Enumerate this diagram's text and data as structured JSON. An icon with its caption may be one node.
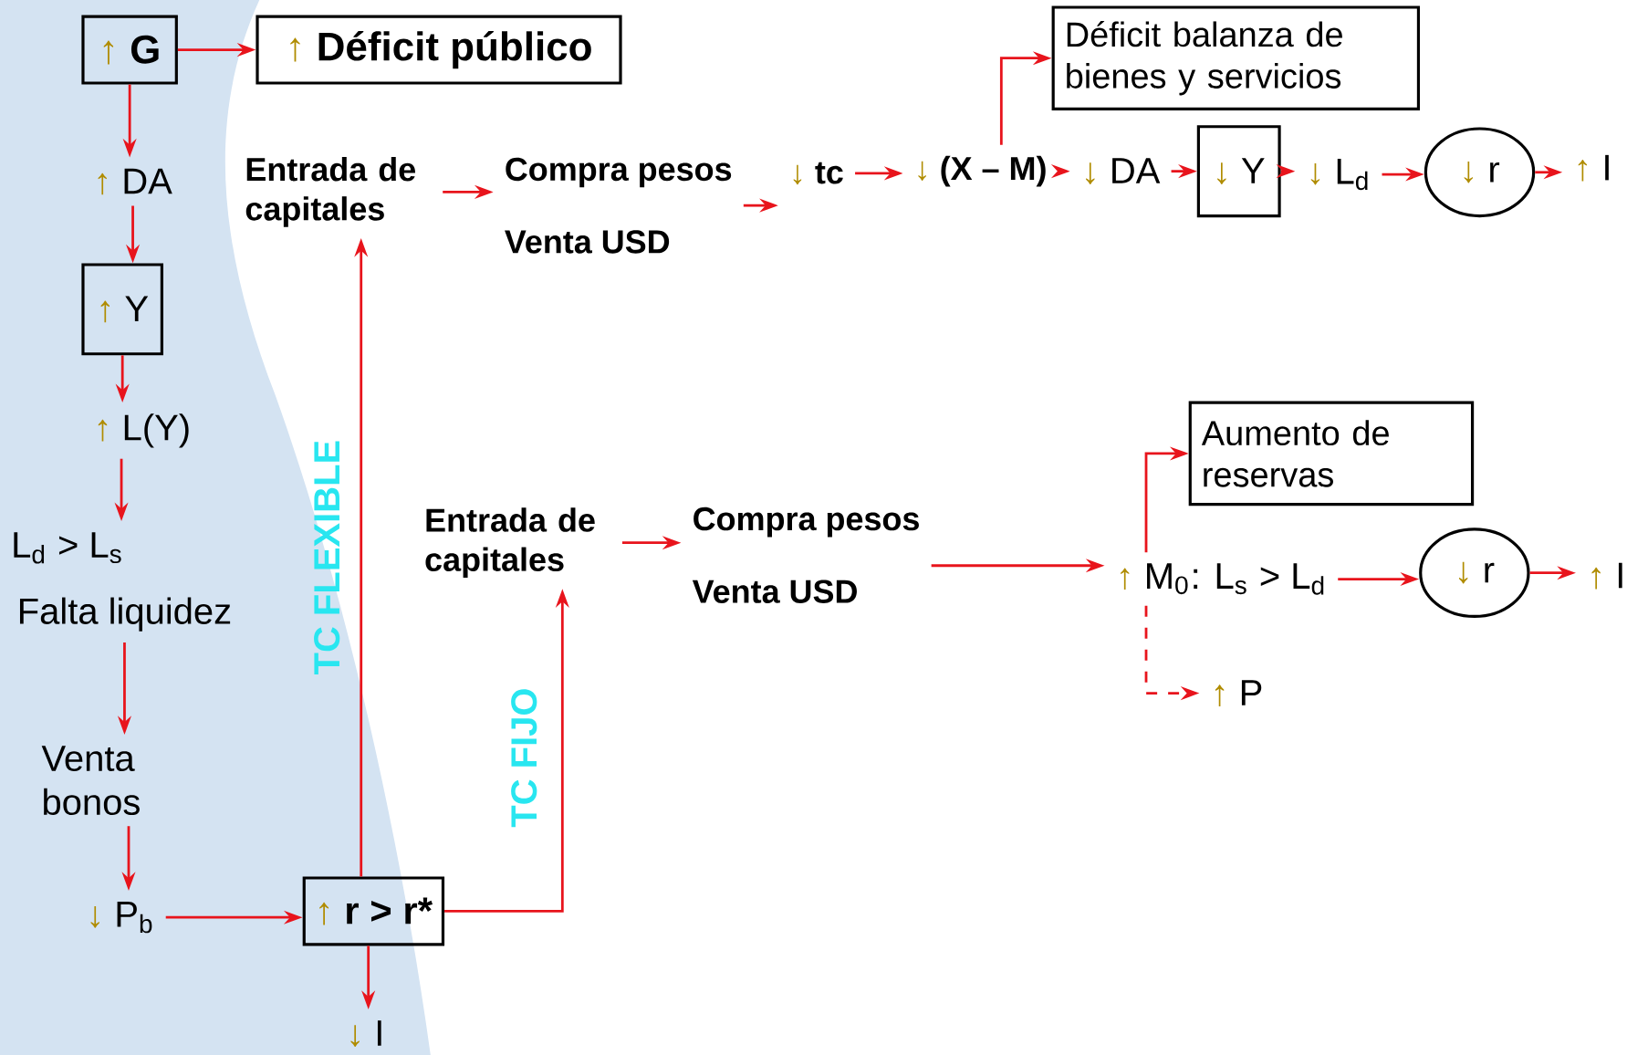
{
  "diagram": {
    "nodes": [
      {
        "text": [
          "↑ G"
        ]
      },
      {
        "text": [
          "↑ Déficit público"
        ]
      },
      {
        "text": [
          "↑ DA"
        ]
      },
      {
        "text": [
          "↑ Y"
        ]
      },
      {
        "text": [
          "↑ L(Y)"
        ]
      },
      {
        "text": [
          "L$_{d}$ > L$_{s}$"
        ]
      },
      {
        "text": [
          "Falta liquidez"
        ]
      },
      {
        "text": [
          "Venta bonos"
        ]
      },
      {
        "text": [
          "↓ P$_{b}$"
        ]
      },
      {
        "text": [
          "↑ r > r*"
        ]
      },
      {
        "text": [
          "↓ I"
        ]
      },
      {
        "text": [
          "Entrada de capitales"
        ]
      },
      {
        "text": [
          "Compra pesos",
          "Venta USD"
        ]
      },
      {
        "text": [
          "↓ tc"
        ]
      },
      {
        "text": [
          "↓ (X – M)"
        ]
      },
      {
        "text": [
          "Déficit balanza de bienes y servicios"
        ]
      },
      {
        "text": [
          "↓ DA"
        ]
      },
      {
        "text": [
          "↓ Y"
        ]
      },
      {
        "text": [
          "↓ L$_{d}$"
        ]
      },
      {
        "text": [
          "↓ r"
        ]
      },
      {
        "text": [
          "↑ I"
        ]
      },
      {
        "text": [
          "Entrada de capitales"
        ]
      },
      {
        "text": [
          "Compra pesos",
          "Venta USD"
        ]
      },
      {
        "text": [
          "↑ M$_{0}$:   L$_{s}$ > L$_{d}$"
        ]
      },
      {
        "text": [
          "Aumento de reservas"
        ]
      },
      {
        "text": [
          "↓ r"
        ]
      },
      {
        "text": [
          "↑ I"
        ]
      },
      {
        "text": [
          "↑ P"
        ]
      }
    ],
    "edges": [
      {
        "from": 0,
        "to": 1,
        "arrow": "to"
      },
      {
        "from": 0,
        "to": 2,
        "arrow": "to"
      },
      {
        "from": 2,
        "to": 3,
        "arrow": "to"
      },
      {
        "from": 3,
        "to": 4,
        "arrow": "to"
      },
      {
        "from": 4,
        "to": 5,
        "arrow": "to"
      },
      {
        "from": 6,
        "to": 7,
        "arrow": "to"
      },
      {
        "from": 7,
        "to": 8,
        "arrow": "to"
      },
      {
        "from": 8,
        "to": 9,
        "arrow": "to"
      },
      {
        "from": 9,
        "to": 10,
        "arrow": "to"
      },
      {
        "from": 9,
        "to": 11,
        "arrow": "to",
        "label": "TC FLEXIBLE"
      },
      {
        "from": 9,
        "to": 21,
        "arrow": "to",
        "label": "TC FIJO"
      },
      {
        "from": 11,
        "to": 12,
        "arrow": "to"
      },
      {
        "from": 12,
        "to": 13,
        "arrow": "to"
      },
      {
        "from": 13,
        "to": 14,
        "arrow": "to"
      },
      {
        "from": 14,
        "to": 15,
        "arrow": "to"
      },
      {
        "from": 14,
        "to": 16,
        "arrow": "to"
      },
      {
        "from": 16,
        "to": 17,
        "arrow": "to"
      },
      {
        "from": 17,
        "to": 18,
        "arrow": "to"
      },
      {
        "from": 18,
        "to": 19,
        "arrow": "to"
      },
      {
        "from": 19,
        "to": 20,
        "arrow": "to"
      },
      {
        "from": 21,
        "to": 22,
        "arrow": "to"
      },
      {
        "from": 22,
        "to": 23,
        "arrow": "to"
      },
      {
        "from": 23,
        "to": 24,
        "arrow": "to"
      },
      {
        "from": 23,
        "to": 25,
        "arrow": "to"
      },
      {
        "from": 25,
        "to": 26,
        "arrow": "to"
      },
      {
        "from": 23,
        "to": 27,
        "arrow": "to",
        "style": "dashed"
      }
    ]
  }
}
